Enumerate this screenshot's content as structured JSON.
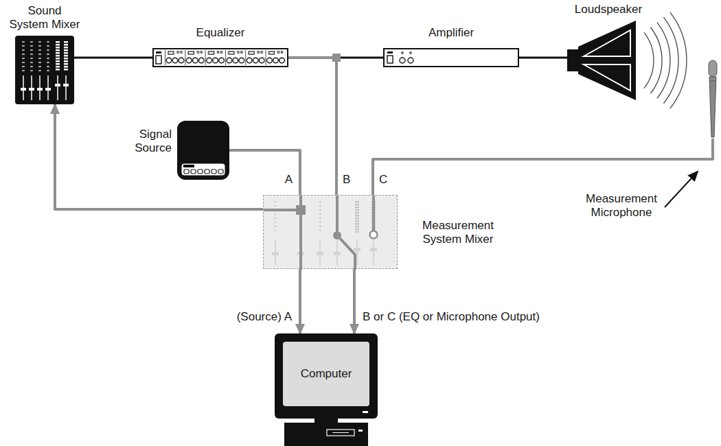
{
  "diagram": {
    "nodes": [
      {
        "text": [
          "Sound System Mixer"
        ]
      },
      {
        "text": [
          "Equalizer"
        ]
      },
      {
        "text": [
          "Amplifier"
        ]
      },
      {
        "text": [
          "Loudspeaker"
        ]
      },
      {
        "text": [
          "Signal Source"
        ]
      },
      {
        "text": [
          "Measurement System Mixer"
        ]
      },
      {
        "text": [
          "Measurement Microphone"
        ]
      },
      {
        "text": [
          "Computer"
        ]
      }
    ],
    "edges": [
      {
        "from": 0,
        "to": 1,
        "arrow": "none"
      },
      {
        "from": 1,
        "to": 2,
        "arrow": "none"
      },
      {
        "from": 2,
        "to": 3,
        "arrow": "none"
      },
      {
        "from": 4,
        "to": 5,
        "label": "A",
        "arrow": "none"
      },
      {
        "from": 5,
        "to": 7,
        "label": "(Source) A",
        "arrow": "to"
      },
      {
        "from": 5,
        "to": 0,
        "arrow": "to"
      },
      {
        "from": 1,
        "to": 5,
        "label": "B",
        "arrow": "none"
      },
      {
        "from": 6,
        "to": 5,
        "label": "C",
        "arrow": "none"
      },
      {
        "from": 5,
        "to": 7,
        "label": "B or C (EQ or Microphone Output)",
        "arrow": "to"
      }
    ]
  }
}
